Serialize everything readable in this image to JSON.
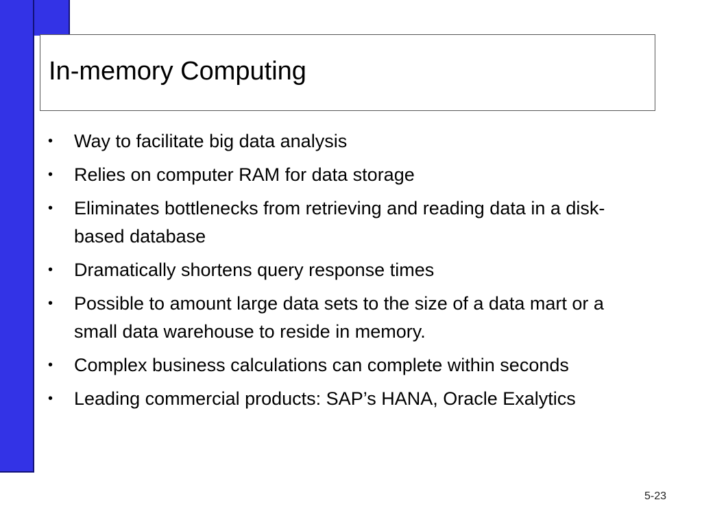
{
  "slide": {
    "title": "In-memory Computing",
    "bullets": [
      "Way to facilitate big data analysis",
      "Relies on computer RAM for data storage",
      "Eliminates bottlenecks from retrieving and reading data in a disk-based database",
      "Dramatically shortens query response times",
      "Possible to amount large data sets to the size of a data mart or a small data warehouse to reside in memory.",
      "Complex business calculations can complete within seconds",
      "Leading commercial products: SAP’s HANA, Oracle Exalytics"
    ],
    "bullet_glyph": "•",
    "page_number": "5-23"
  },
  "colors": {
    "accent": "#3333e6",
    "accent_border": "#111177",
    "background": "#ffffff",
    "text": "#000000"
  }
}
